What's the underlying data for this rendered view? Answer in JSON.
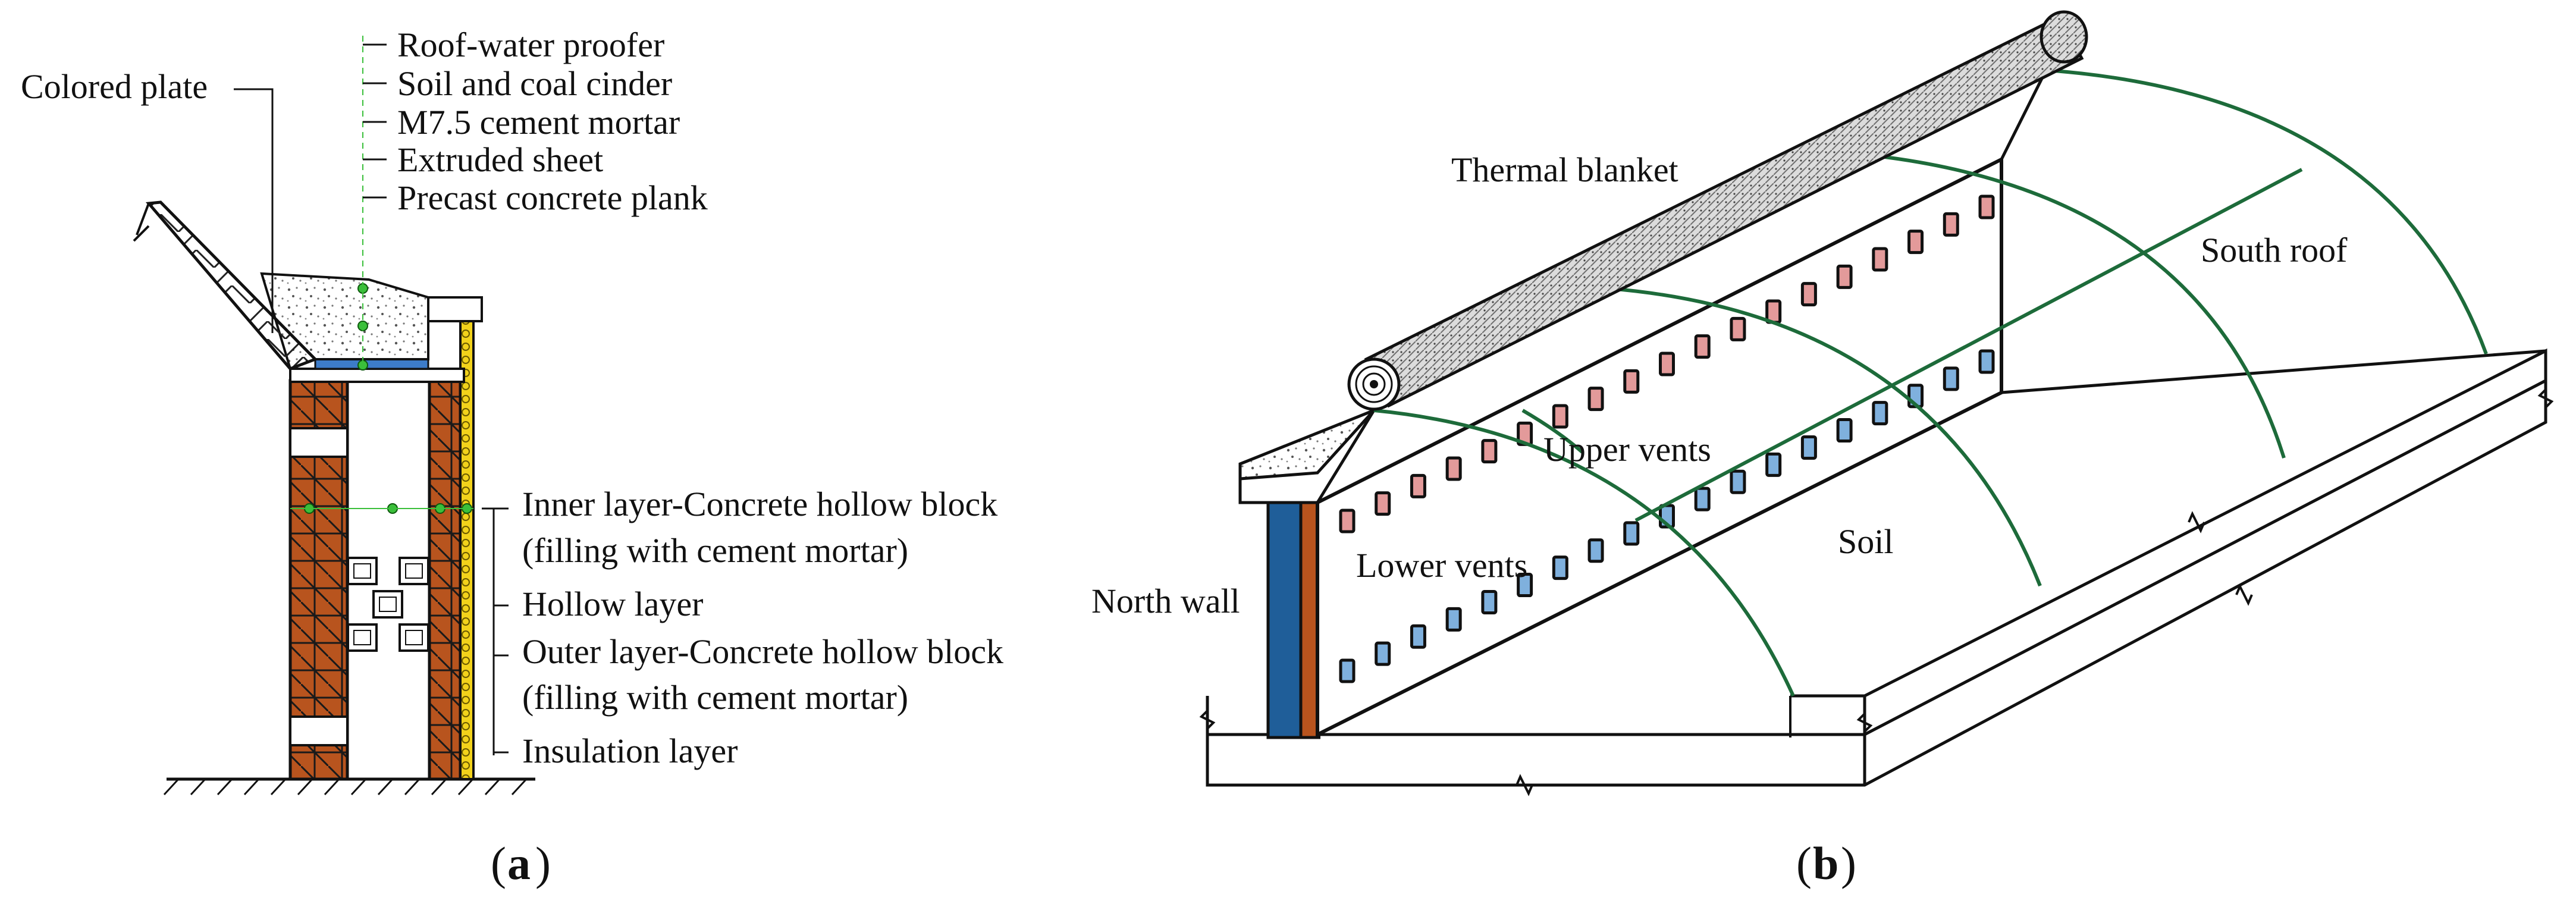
{
  "panel_a": {
    "caption_open": "(",
    "caption_letter": "a",
    "caption_close": ")",
    "labels": {
      "colored_plate": "Colored plate",
      "roof_water_proofer": "Roof-water proofer",
      "soil_and_coal_cinder": "Soil and coal cinder",
      "cement_mortar": "M7.5 cement mortar",
      "extruded_sheet": "Extruded sheet",
      "precast_plank": "Precast concrete plank",
      "inner_layer": "Inner layer-Concrete hollow block",
      "inner_layer_fill": "(filling with cement mortar)",
      "hollow_layer": "Hollow layer",
      "outer_layer": "Outer layer-Concrete hollow block",
      "outer_layer_fill": "(filling with cement mortar)",
      "insulation_layer": "Insulation layer"
    }
  },
  "panel_b": {
    "caption_open": "(",
    "caption_letter": "b",
    "caption_close": ")",
    "labels": {
      "thermal_blanket": "Thermal blanket",
      "south_roof": "South roof",
      "upper_vents": "Upper vents",
      "lower_vents": "Lower vents",
      "soil": "Soil",
      "north_wall": "North wall"
    }
  },
  "colors": {
    "brick": "#b8541e",
    "roof_arch": "#1d6b3a",
    "north_wall_blue": "#1f5e99",
    "insulation_yellow": "#f2d21b",
    "upper_vent_fill": "#e39a9a",
    "lower_vent_fill": "#7fb0dd",
    "node_green": "#3bbf3b"
  }
}
